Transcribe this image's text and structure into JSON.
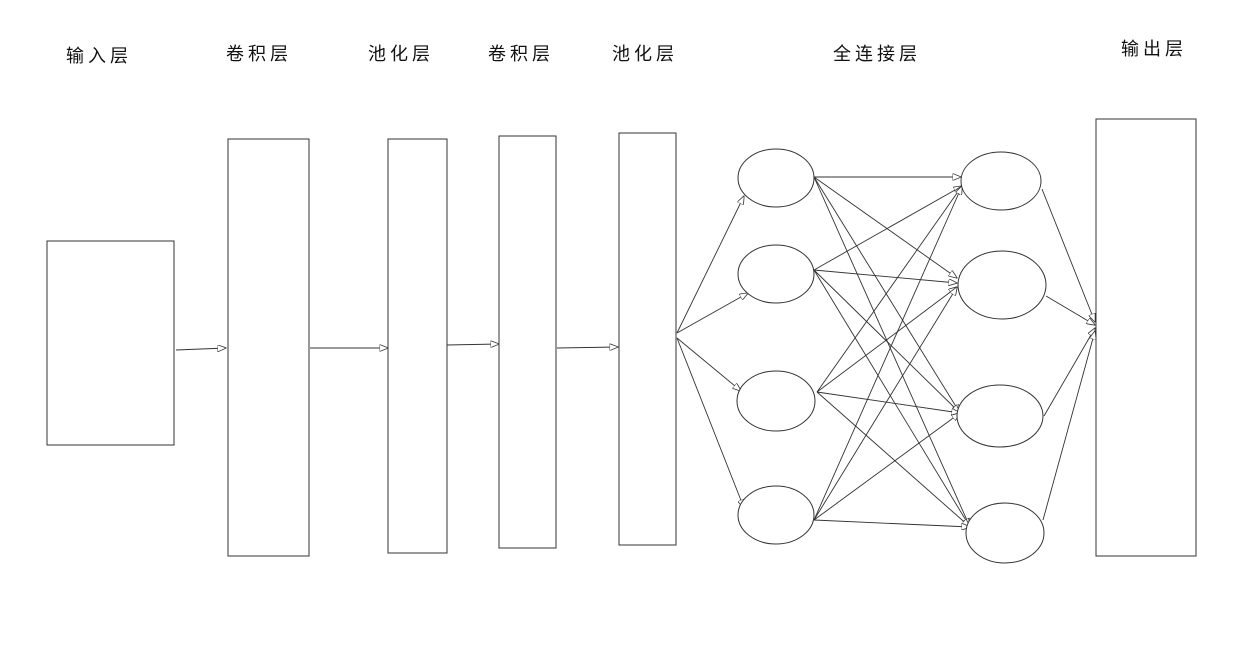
{
  "labels": {
    "input": "输入层",
    "conv1": "卷积层",
    "pool1": "池化层",
    "conv2": "卷积层",
    "pool2": "池化层",
    "fc": "全连接层",
    "output": "输出层"
  },
  "colors": {
    "stroke": "#333333",
    "text": "#111111",
    "background": "#ffffff"
  }
}
